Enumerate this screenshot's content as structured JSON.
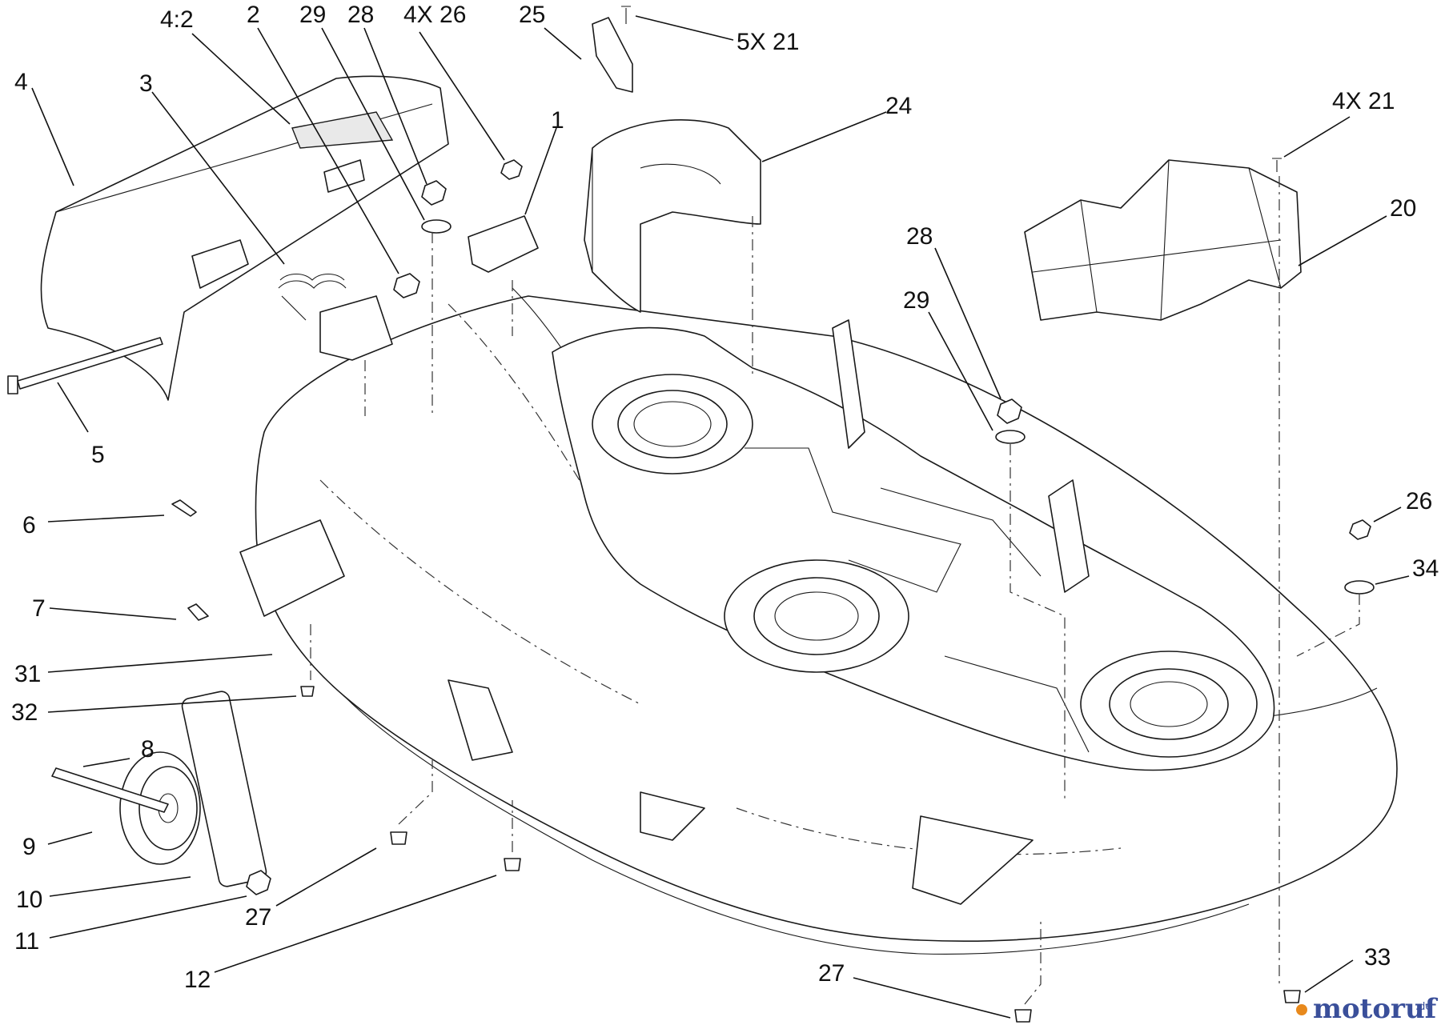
{
  "diagram": {
    "callouts": [
      "4",
      "4:2",
      "3",
      "2",
      "29",
      "28",
      "4X 26",
      "25",
      "5X 21",
      "1",
      "24",
      "4X 21",
      "20",
      "28",
      "29",
      "5",
      "6",
      "7",
      "31",
      "32",
      "8",
      "9",
      "10",
      "11",
      "27",
      "12",
      "26",
      "34",
      "27",
      "33"
    ]
  },
  "watermark": {
    "brand": "motoruf",
    "suffix": ".de",
    "colors": {
      "primary": "#3a4f9a",
      "accent": "#e8891c"
    }
  }
}
